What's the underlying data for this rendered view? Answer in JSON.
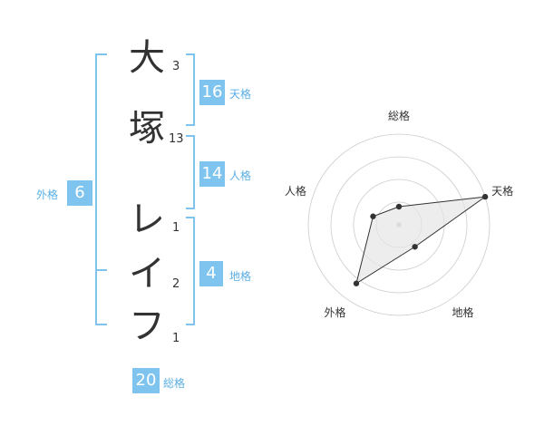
{
  "name": {
    "chars": [
      {
        "char": "大",
        "strokes": "3"
      },
      {
        "char": "塚",
        "strokes": "13"
      },
      {
        "char": "レ",
        "strokes": "1"
      },
      {
        "char": "イ",
        "strokes": "2"
      },
      {
        "char": "フ",
        "strokes": "1"
      }
    ]
  },
  "kaku": {
    "tenkaku": {
      "value": "16",
      "label": "天格"
    },
    "jinkaku": {
      "value": "14",
      "label": "人格"
    },
    "chikaku": {
      "value": "4",
      "label": "地格"
    },
    "gaikaku": {
      "value": "6",
      "label": "外格"
    },
    "soukaku": {
      "value": "20",
      "label": "総格"
    }
  },
  "colors": {
    "accent": "#7fc4ee",
    "accent_text": "#5aaee4",
    "bracket": "#7fc4ee",
    "radar_fill": "#e6e6e6",
    "ring": "#cccccc"
  },
  "chart_data": {
    "type": "radar",
    "axes": [
      "総格",
      "天格",
      "地格",
      "外格",
      "人格"
    ],
    "values": [
      0.2,
      1.0,
      0.3,
      0.8,
      0.3
    ],
    "rings": 4
  }
}
